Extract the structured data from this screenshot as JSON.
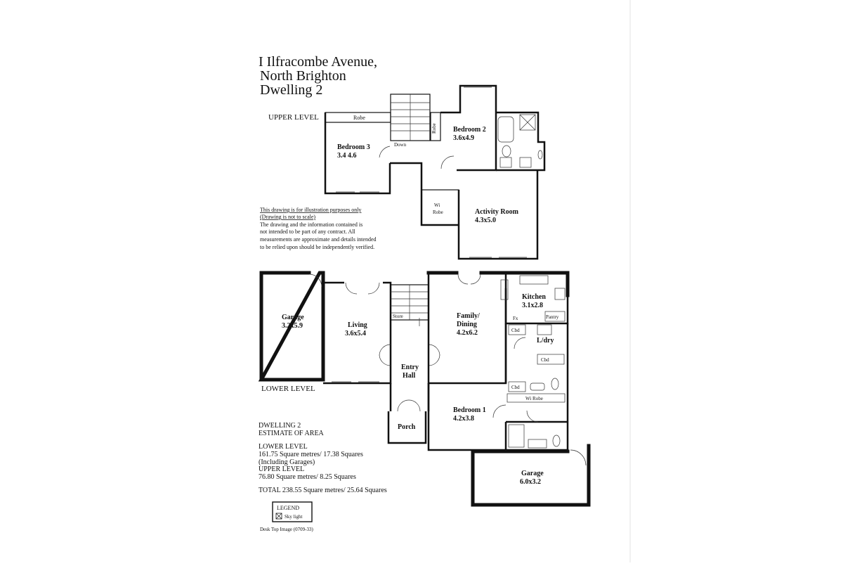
{
  "title": {
    "line1": "I Ilfracombe Avenue,",
    "line2": "North Brighton",
    "line3": "Dwelling 2"
  },
  "upper_level_label": "UPPER LEVEL",
  "lower_level_label": "LOWER LEVEL",
  "upper_rooms": {
    "robe_top": "Robe",
    "robe_side": "Robe",
    "bedroom3_name": "Bedroom 3",
    "bedroom3_dim": "3.4 4.6",
    "down": "Down",
    "bedroom2_name": "Bedroom 2",
    "bedroom2_dim": "3.6x4.9",
    "wi": "Wi",
    "wi_robe": "Robe",
    "activity_name": "Activity Room",
    "activity_dim": "4.3x5.0"
  },
  "lower_rooms": {
    "garage1_name": "Garage",
    "garage1_dim": "3.2x5.9",
    "living_name": "Living",
    "living_dim": "3.6x5.4",
    "store": "Store",
    "family_name1": "Family/",
    "family_name2": "Dining",
    "family_dim": "4.2x6.2",
    "kitchen_name": "Kitchen",
    "kitchen_dim": "3.1x2.8",
    "fx": "Fx",
    "pantry": "Pantry",
    "cbd1": "Cbd",
    "ldry": "L/dry",
    "cbd2": "Cbd",
    "cbd3": "Cbd",
    "entry1": "Entry",
    "entry2": "Hall",
    "wi_robe": "Wi Robe",
    "bedroom1_name": "Bedroom 1",
    "bedroom1_dim": "4.2x3.8",
    "porch": "Porch",
    "garage2_name": "Garage",
    "garage2_dim": "6.0x3.2"
  },
  "disclaimer": {
    "line1": "This drawing is for illustration purposes only",
    "line2": "(Drawing is not to scale)",
    "line3": "The drawing and the information contained is",
    "line4": "not intended to be part of any contract.  All",
    "line5": "measurements are approximate and details intended",
    "line6": "to be relied upon should be independently verified."
  },
  "area": {
    "heading1": "DWELLING 2",
    "heading2": "ESTIMATE OF AREA",
    "lower_label": "LOWER LEVEL",
    "lower_value1": "161.75 Square metres/ 17.38 Squares",
    "lower_value2": "(Including Garages)",
    "upper_label": "UPPER LEVEL",
    "upper_value": "76.80 Square metres/ 8.25 Squares",
    "total": "TOTAL  238.55 Square metres/ 25.64 Squares"
  },
  "legend": {
    "title": "LEGEND",
    "item": "Sky light"
  },
  "footer": "Desk Top Image  (0709-33)"
}
